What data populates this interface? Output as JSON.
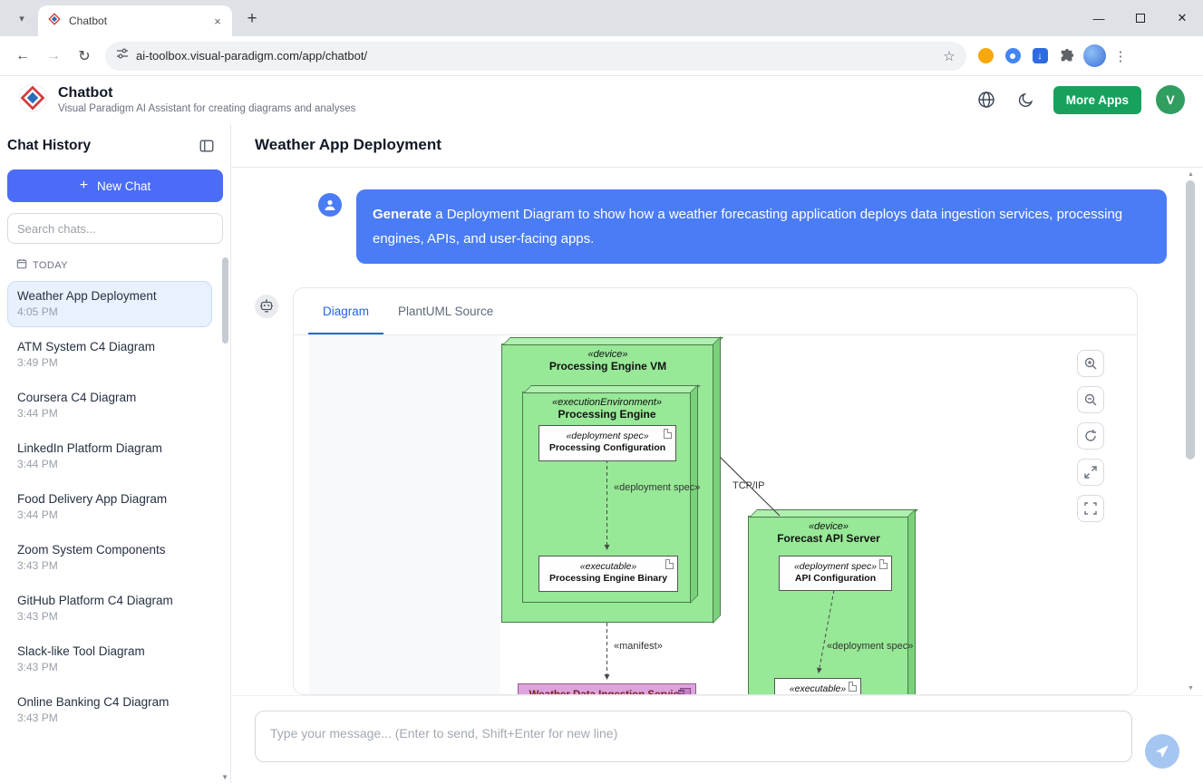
{
  "browser": {
    "tab_title": "Chatbot",
    "url": "ai-toolbox.visual-paradigm.com/app/chatbot/"
  },
  "app_header": {
    "title": "Chatbot",
    "subtitle": "Visual Paradigm AI Assistant for creating diagrams and analyses",
    "more_apps_label": "More Apps",
    "avatar_initial": "V"
  },
  "sidebar": {
    "title": "Chat History",
    "new_chat_icon": "+",
    "new_chat_label": "New Chat",
    "search_placeholder": "Search chats...",
    "section_label": "TODAY",
    "chats": [
      {
        "title": "Weather App Deployment",
        "time": "4:05 PM"
      },
      {
        "title": "ATM System C4 Diagram",
        "time": "3:49 PM"
      },
      {
        "title": "Coursera C4 Diagram",
        "time": "3:44 PM"
      },
      {
        "title": "LinkedIn Platform Diagram",
        "time": "3:44 PM"
      },
      {
        "title": "Food Delivery App Diagram",
        "time": "3:44 PM"
      },
      {
        "title": "Zoom System Components",
        "time": "3:43 PM"
      },
      {
        "title": "GitHub Platform C4 Diagram",
        "time": "3:43 PM"
      },
      {
        "title": "Slack-like Tool Diagram",
        "time": "3:43 PM"
      },
      {
        "title": "Online Banking C4 Diagram",
        "time": "3:43 PM"
      }
    ]
  },
  "main": {
    "page_title": "Weather App Deployment",
    "user_message_bold": "Generate",
    "user_message_rest": " a Deployment Diagram to show how a weather forecasting application deploys data ingestion services, processing engines, APIs, and user-facing apps.",
    "tab_diagram": "Diagram",
    "tab_source": "PlantUML Source"
  },
  "diagram": {
    "vm_stereotype": "«device»",
    "vm_name": "Processing Engine VM",
    "ee_stereotype": "«executionEnvironment»",
    "ee_name": "Processing Engine",
    "config_stereotype": "«deployment spec»",
    "config_name": "Processing Configuration",
    "binary_stereotype": "«executable»",
    "binary_name": "Processing Engine Binary",
    "edge_deployment_spec": "«deployment spec»",
    "edge_tcpip": "TCP/IP",
    "edge_manifest": "«manifest»",
    "api_stereotype": "«device»",
    "api_name": "Forecast API Server",
    "api_config_stereotype": "«deployment spec»",
    "api_config_name": "API Configuration",
    "api_edge_deployment_spec": "«deployment spec»",
    "api_exec_stereotype": "«executable»",
    "ingestion_name": "Weather Data Ingestion Service"
  },
  "composer": {
    "placeholder": "Type your message... (Enter to send, Shift+Enter for new line)"
  },
  "colors": {
    "accent_blue": "#4a6cf7",
    "bubble_blue": "#4a7cf6",
    "brand_green": "#17a15c",
    "node_green": "#97e897",
    "component_purple": "#dca3dc"
  }
}
